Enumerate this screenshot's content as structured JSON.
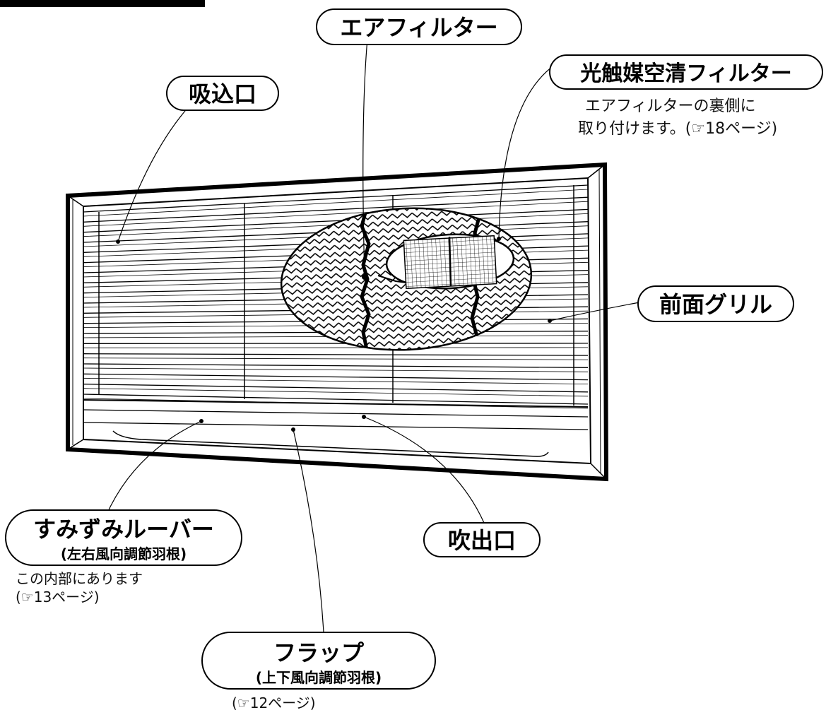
{
  "labels": {
    "air_filter": "エアフィルター",
    "intake": "吸込口",
    "photocatalyst_filter": "光触媒空清フィルター",
    "photocatalyst_note_line1": "エアフィルターの裏側に",
    "photocatalyst_note_line2": "取り付けます。(☞18ページ)",
    "front_grille": "前面グリル",
    "louver": "すみずみルーバー",
    "louver_sub": "(左右風向調節羽根)",
    "louver_note_line1": "この内部にあります",
    "louver_note_line2": "(☞13ページ)",
    "outlet": "吹出口",
    "flap": "フラップ",
    "flap_sub": "(上下風向調節羽根)",
    "flap_note": "(☞12ページ)"
  }
}
